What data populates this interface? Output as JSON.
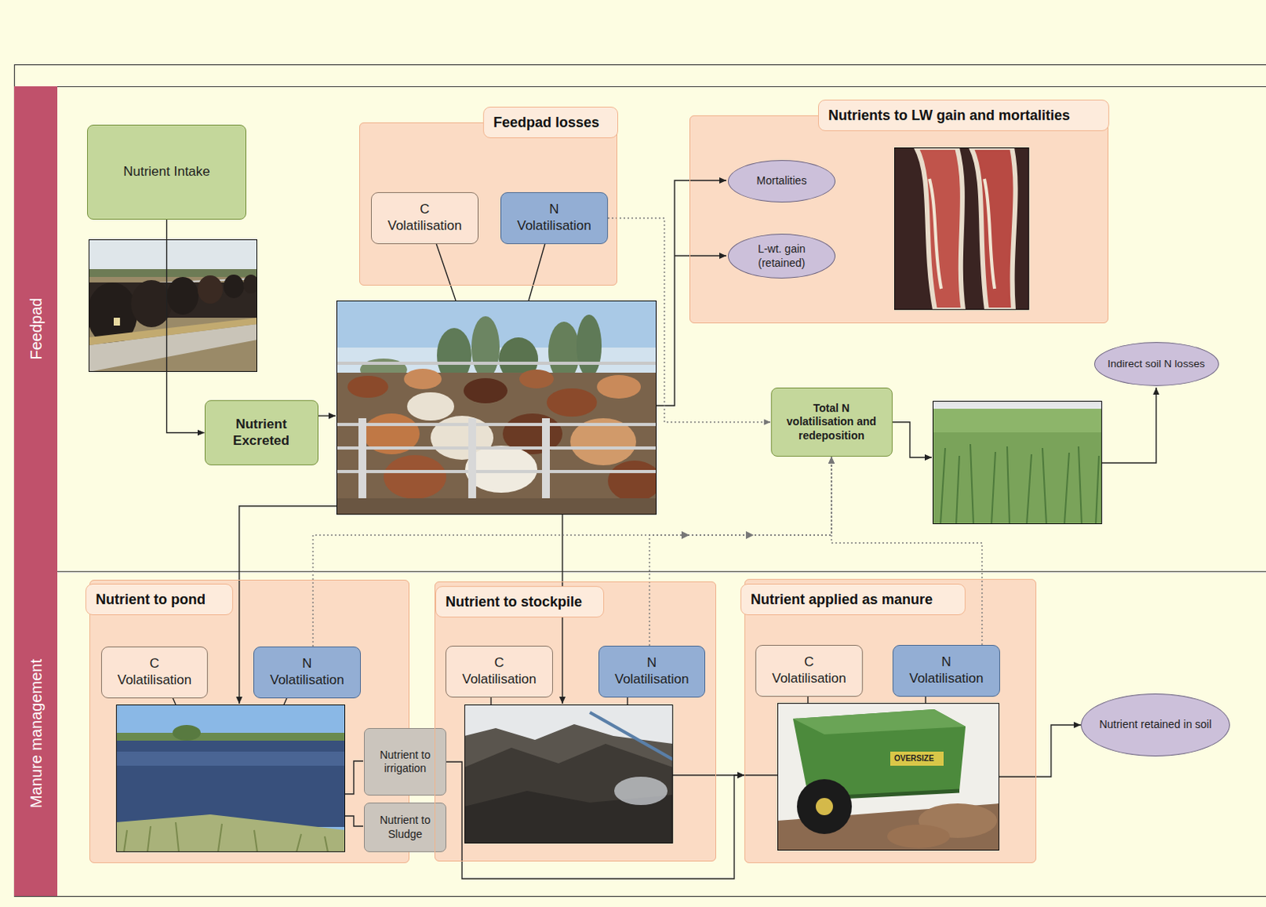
{
  "diagram": {
    "nodes": [
      {
        "text": [
          "Feedpad"
        ]
      },
      {
        "text": [
          "Nutrient Intake"
        ],
        "in": 0
      },
      {
        "text": [
          "Nutrient Excreted"
        ],
        "in": 0
      },
      {
        "text": [
          "Feedpad losses"
        ],
        "in": 0
      },
      {
        "text": [
          "C Volatilisation"
        ],
        "in": 3
      },
      {
        "text": [
          "N Volatilisation"
        ],
        "in": 3
      },
      {
        "text": [
          "Nutrients to LW gain and mortalities"
        ],
        "in": 0
      },
      {
        "text": [
          "Mortalities"
        ],
        "in": 6
      },
      {
        "text": [
          "L-wt. gain (retained)"
        ],
        "in": 6
      },
      {
        "text": [
          "Total N volatilisation and redeposition"
        ],
        "in": 0
      },
      {
        "text": [
          "Indirect soil N losses"
        ],
        "in": 0
      },
      {
        "text": [
          "Manure management"
        ]
      },
      {
        "text": [
          "Nutrient to pond"
        ],
        "in": 11
      },
      {
        "text": [
          "C Volatilisation"
        ],
        "in": 12
      },
      {
        "text": [
          "N Volatilisation"
        ],
        "in": 12
      },
      {
        "text": [
          "Nutrient to irrigation"
        ],
        "in": 12
      },
      {
        "text": [
          "Nutrient to Sludge"
        ],
        "in": 12
      },
      {
        "text": [
          "Nutrient to stockpile"
        ],
        "in": 11
      },
      {
        "text": [
          "C Volatilisation"
        ],
        "in": 17
      },
      {
        "text": [
          "N Volatilisation"
        ],
        "in": 17
      },
      {
        "text": [
          "Nutrient applied as manure"
        ],
        "in": 11
      },
      {
        "text": [
          "C Volatilisation"
        ],
        "in": 20
      },
      {
        "text": [
          "N Volatilisation"
        ],
        "in": 20
      },
      {
        "text": [
          "Nutrient retained in soil"
        ],
        "in": 11
      }
    ],
    "edges": [
      {
        "from": 1,
        "to": 2,
        "arrow": "to"
      },
      {
        "from": 5,
        "to": 9,
        "arrow": "to"
      },
      {
        "from": 14,
        "to": 9,
        "arrow": "to"
      },
      {
        "from": 19,
        "to": 9,
        "arrow": "to"
      },
      {
        "from": 22,
        "to": 9,
        "arrow": "to"
      },
      {
        "from": 15,
        "to": 20,
        "arrow": "to"
      },
      {
        "from": 17,
        "to": 20,
        "arrow": "to"
      },
      {
        "from": 20,
        "to": 23,
        "arrow": "to"
      }
    ],
    "labels": [
      "OVERSIZE"
    ]
  }
}
